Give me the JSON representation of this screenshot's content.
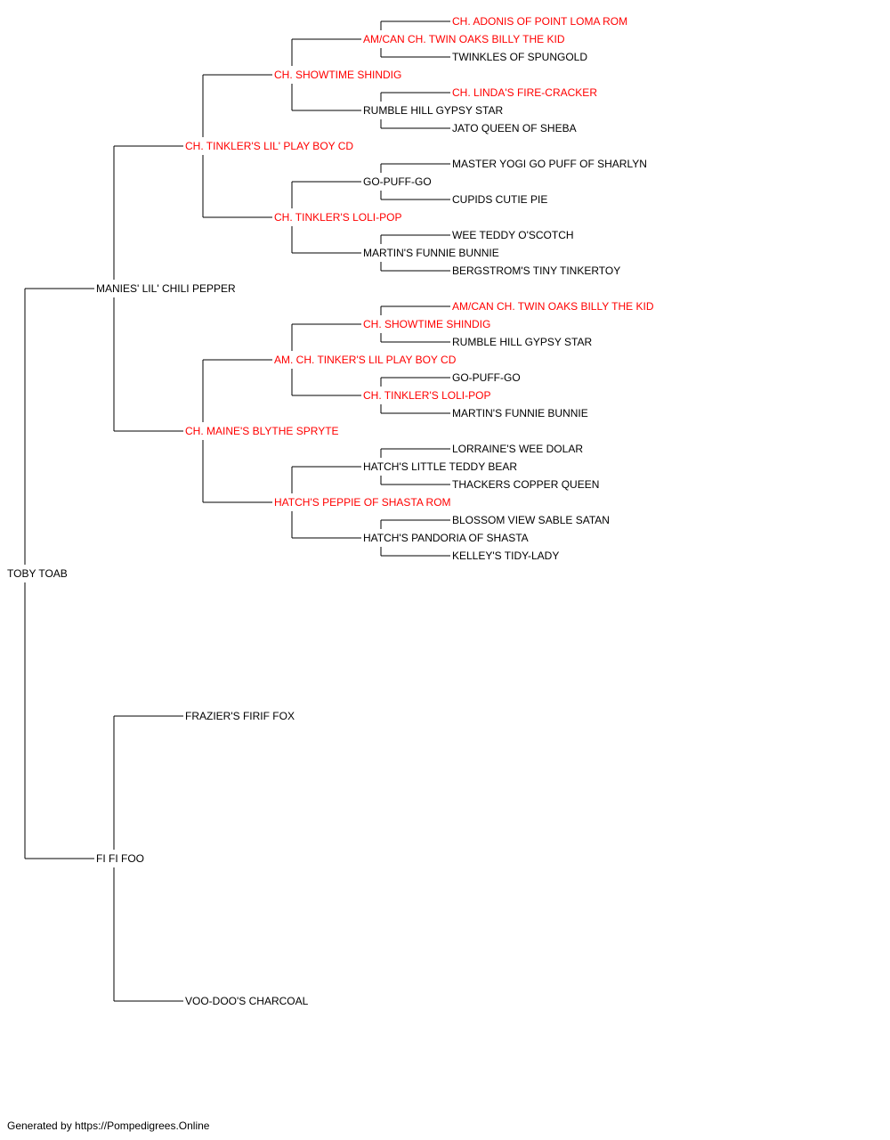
{
  "colors": {
    "champion": "#ff0000",
    "normal": "#000000",
    "line": "#000000"
  },
  "pedigree": {
    "name": "TOBY TOAB",
    "champion": false,
    "sire": {
      "name": "MANIES' LIL' CHILI PEPPER",
      "champion": false,
      "sire": {
        "name": "CH. TINKLER'S LIL' PLAY BOY CD",
        "champion": true,
        "sire": {
          "name": "CH. SHOWTIME SHINDIG",
          "champion": true,
          "sire": {
            "name": "AM/CAN CH. TWIN OAKS BILLY THE KID",
            "champion": true,
            "sire": {
              "name": "CH. ADONIS OF POINT LOMA ROM",
              "champion": true
            },
            "dam": {
              "name": "TWINKLES OF SPUNGOLD",
              "champion": false
            }
          },
          "dam": {
            "name": "RUMBLE HILL GYPSY STAR",
            "champion": false,
            "sire": {
              "name": "CH. LINDA'S FIRE-CRACKER",
              "champion": true
            },
            "dam": {
              "name": "JATO QUEEN OF SHEBA",
              "champion": false
            }
          }
        },
        "dam": {
          "name": "CH. TINKLER'S LOLI-POP",
          "champion": true,
          "sire": {
            "name": "GO-PUFF-GO",
            "champion": false,
            "sire": {
              "name": "MASTER YOGI GO PUFF OF SHARLYN",
              "champion": false
            },
            "dam": {
              "name": "CUPIDS CUTIE PIE",
              "champion": false
            }
          },
          "dam": {
            "name": "MARTIN'S FUNNIE BUNNIE",
            "champion": false,
            "sire": {
              "name": "WEE TEDDY O'SCOTCH",
              "champion": false
            },
            "dam": {
              "name": "BERGSTROM'S TINY TINKERTOY",
              "champion": false
            }
          }
        }
      },
      "dam": {
        "name": "CH. MAINE'S BLYTHE SPRYTE",
        "champion": true,
        "sire": {
          "name": "AM. CH. TINKER'S LIL PLAY BOY CD",
          "champion": true,
          "sire": {
            "name": "CH. SHOWTIME SHINDIG",
            "champion": true,
            "sire": {
              "name": "AM/CAN CH. TWIN OAKS BILLY THE KID",
              "champion": true
            },
            "dam": {
              "name": "RUMBLE HILL GYPSY STAR",
              "champion": false
            }
          },
          "dam": {
            "name": "CH. TINKLER'S LOLI-POP",
            "champion": true,
            "sire": {
              "name": "GO-PUFF-GO",
              "champion": false
            },
            "dam": {
              "name": "MARTIN'S FUNNIE BUNNIE",
              "champion": false
            }
          }
        },
        "dam": {
          "name": "HATCH'S PEPPIE OF SHASTA ROM",
          "champion": true,
          "sire": {
            "name": "HATCH'S LITTLE TEDDY BEAR",
            "champion": false,
            "sire": {
              "name": "LORRAINE'S WEE DOLAR",
              "champion": false
            },
            "dam": {
              "name": "THACKERS COPPER QUEEN",
              "champion": false
            }
          },
          "dam": {
            "name": "HATCH'S PANDORIA OF SHASTA",
            "champion": false,
            "sire": {
              "name": "BLOSSOM VIEW SABLE SATAN",
              "champion": false
            },
            "dam": {
              "name": "KELLEY'S TIDY-LADY",
              "champion": false
            }
          }
        }
      }
    },
    "dam": {
      "name": "FI FI FOO",
      "champion": false,
      "sire": {
        "name": "FRAZIER'S FIRIF FOX",
        "champion": false
      },
      "dam": {
        "name": "VOO-DOO'S CHARCOAL",
        "champion": false
      }
    }
  },
  "footer": {
    "text": "Generated by https://Pompedigrees.Online"
  }
}
